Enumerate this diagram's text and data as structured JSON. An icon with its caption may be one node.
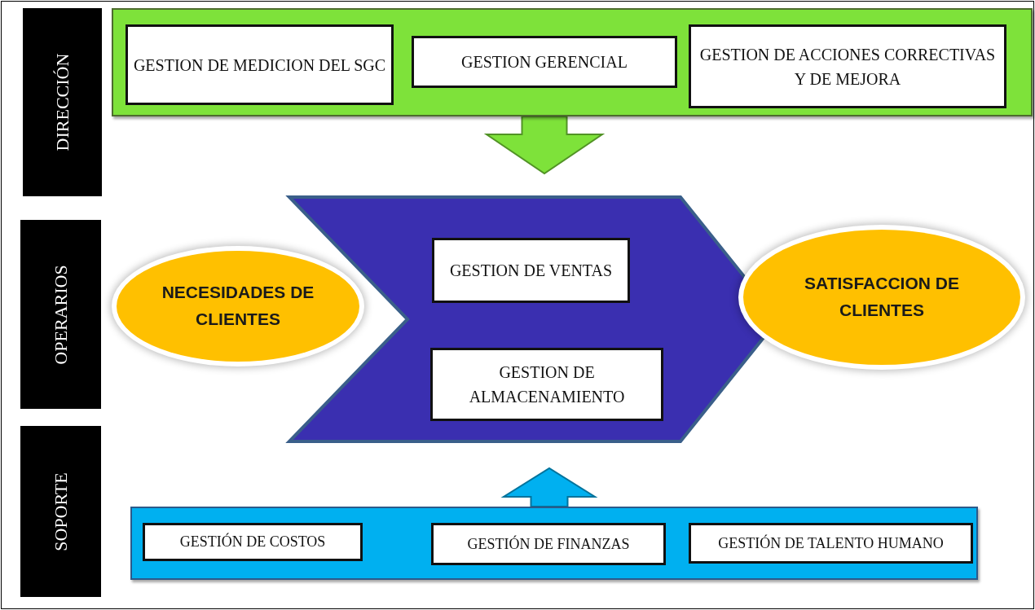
{
  "diagram": {
    "nodes": [
      {
        "text": [
          "DIRECCIÓN"
        ]
      },
      {
        "text": [
          "OPERARIOS"
        ]
      },
      {
        "text": [
          "SOPORTE"
        ]
      },
      {
        "text": [],
        "shape": "box"
      },
      {
        "text": [
          "GESTION DE MEDICION DEL SGC"
        ],
        "in": 3
      },
      {
        "text": [
          "GESTION GERENCIAL"
        ],
        "in": 3
      },
      {
        "text": [
          "GESTION DE ACCIONES CORRECTIVAS Y DE MEJORA"
        ],
        "in": 3
      },
      {
        "text": [
          "NECESIDADES DE CLIENTES"
        ]
      },
      {
        "text": [],
        "shape": "chevron"
      },
      {
        "text": [
          "GESTION DE VENTAS"
        ],
        "in": 8
      },
      {
        "text": [
          "GESTION DE ALMACENAMIENTO"
        ],
        "in": 8
      },
      {
        "text": [
          "SATISFACCION DE CLIENTES"
        ]
      },
      {
        "text": [],
        "shape": "box"
      },
      {
        "text": [
          "GESTIÓN DE COSTOS"
        ],
        "in": 12
      },
      {
        "text": [
          "GESTIÓN DE FINANZAS"
        ],
        "in": 12
      },
      {
        "text": [
          "GESTIÓN DE TALENTO HUMANO"
        ],
        "in": 12
      }
    ],
    "edges": [
      {
        "from": 3,
        "to": 8,
        "arrow": "to",
        "style": "thick",
        "color": "#7ee23a"
      },
      {
        "from": 12,
        "to": 8,
        "arrow": "to",
        "style": "thick",
        "color": "#00b0f0"
      }
    ]
  }
}
